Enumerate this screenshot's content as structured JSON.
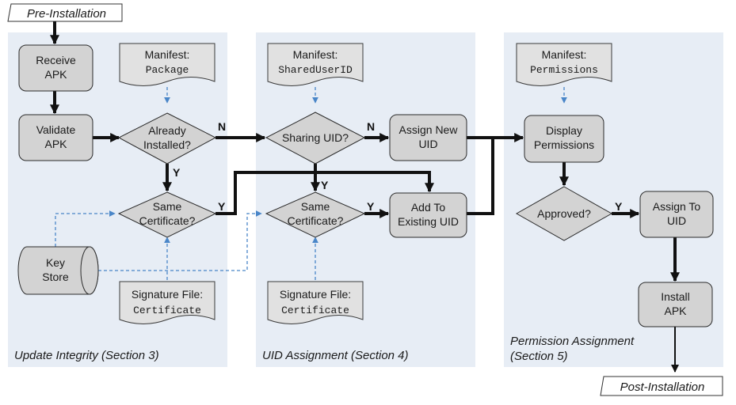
{
  "terminals": {
    "pre": "Pre-Installation",
    "post": "Post-Installation"
  },
  "sections": {
    "update": "Update Integrity (Section 3)",
    "uid": "UID Assignment (Section 4)",
    "perm_line1": "Permission Assignment",
    "perm_line2": "(Section 5)"
  },
  "processes": {
    "receive": [
      "Receive",
      "APK"
    ],
    "validate": [
      "Validate",
      "APK"
    ],
    "assign_new": [
      "Assign New",
      "UID"
    ],
    "add_existing": [
      "Add To",
      "Existing UID"
    ],
    "display_perm": [
      "Display",
      "Permissions"
    ],
    "assign_uid": [
      "Assign To",
      "UID"
    ],
    "install": [
      "Install",
      "APK"
    ]
  },
  "decisions": {
    "installed": [
      "Already",
      "Installed?"
    ],
    "same_cert1": [
      "Same",
      "Certificate?"
    ],
    "sharing": [
      "Sharing UID?"
    ],
    "same_cert2": [
      "Same",
      "Certificate?"
    ],
    "approved": [
      "Approved?"
    ]
  },
  "documents": {
    "manifest_pkg": [
      "Manifest:",
      "Package"
    ],
    "manifest_shared": [
      "Manifest:",
      "SharedUserID"
    ],
    "manifest_perm": [
      "Manifest:",
      "Permissions"
    ],
    "sig1": [
      "Signature File:",
      "Certificate"
    ],
    "sig2": [
      "Signature File:",
      "Certificate"
    ]
  },
  "keystore": [
    "Key",
    "Store"
  ],
  "labels": {
    "N": "N",
    "Y": "Y"
  }
}
